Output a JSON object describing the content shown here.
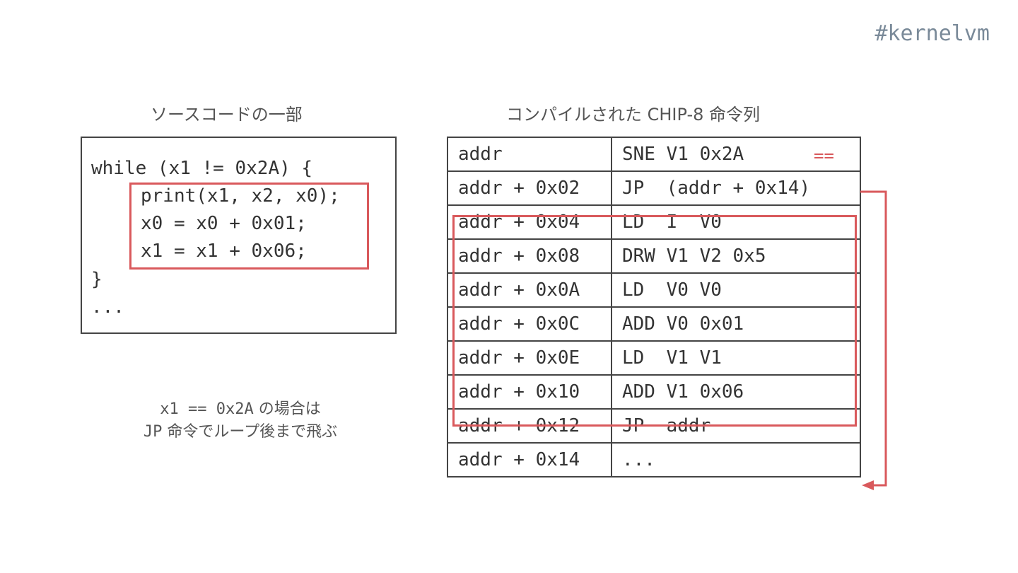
{
  "hashtag": "#kernelvm",
  "left_panel": {
    "title": "ソースコードの一部",
    "code_lines": [
      "while (x1 != 0x2A) {",
      "print(x1, x2, x0);",
      "x0 = x0 + 0x01;",
      "x1 = x1 + 0x06;",
      "}",
      "..."
    ],
    "note_line1_code": "x1 == 0x2A",
    "note_line1_text": " の場合は",
    "note_line2_code": "JP",
    "note_line2_text": " 命令でループ後まで飛ぶ"
  },
  "right_panel": {
    "title": "コンパイルされた CHIP-8 命令列",
    "comparison_mark": "==",
    "rows": [
      {
        "addr": "addr",
        "instr": "SNE V1 0x2A"
      },
      {
        "addr": "addr + 0x02",
        "instr": "JP  (addr + 0x14)"
      },
      {
        "addr": "addr + 0x04",
        "instr": "LD  I  V0"
      },
      {
        "addr": "addr + 0x08",
        "instr": "DRW V1 V2 0x5"
      },
      {
        "addr": "addr + 0x0A",
        "instr": "LD  V0 V0"
      },
      {
        "addr": "addr + 0x0C",
        "instr": "ADD V0 0x01"
      },
      {
        "addr": "addr + 0x0E",
        "instr": "LD  V1 V1"
      },
      {
        "addr": "addr + 0x10",
        "instr": "ADD V1 0x06"
      },
      {
        "addr": "addr + 0x12",
        "instr": "JP  addr"
      },
      {
        "addr": "addr + 0x14",
        "instr": "..."
      }
    ]
  },
  "colors": {
    "highlight": "#d9595c",
    "border": "#444444",
    "hashtag": "#7a8a99"
  }
}
